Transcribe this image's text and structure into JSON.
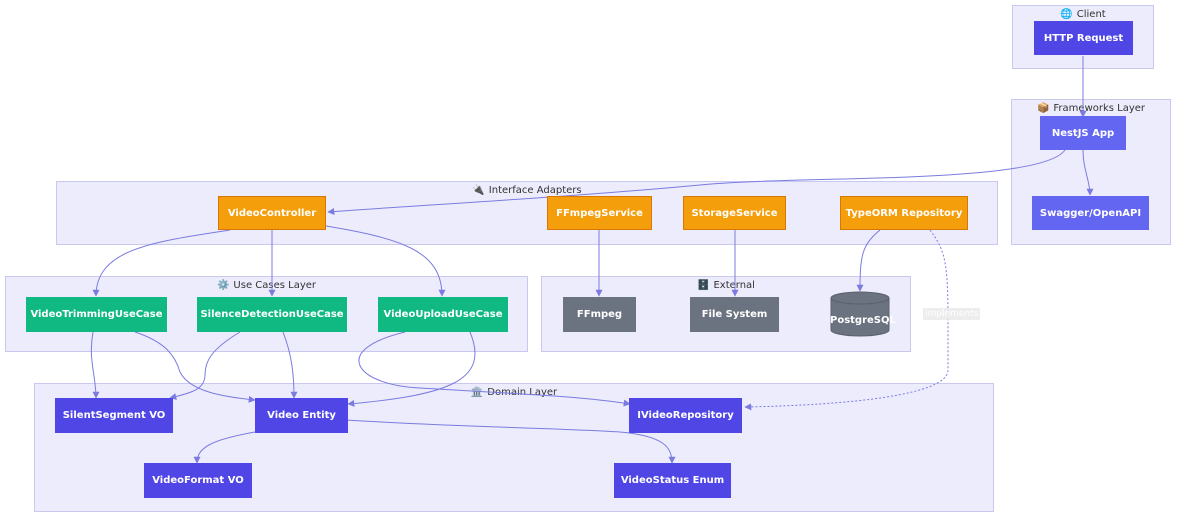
{
  "clusters": {
    "client": {
      "icon": "🌐",
      "title": "Client"
    },
    "frameworks": {
      "icon": "📦",
      "title": "Frameworks Layer"
    },
    "adapters": {
      "icon": "🔌",
      "title": "Interface Adapters"
    },
    "usecases": {
      "icon": "⚙️",
      "title": "Use Cases Layer"
    },
    "external": {
      "icon": "🗄️",
      "title": "External"
    },
    "domain": {
      "icon": "🏛️",
      "title": "Domain Layer"
    }
  },
  "nodes": {
    "http_request": "HTTP Request",
    "nestjs_app": "NestJS App",
    "swagger": "Swagger/OpenAPI",
    "video_controller": "VideoController",
    "ffmpeg_service": "FFmpegService",
    "storage_service": "StorageService",
    "typeorm_repository": "TypeORM Repository",
    "video_trimming": "VideoTrimmingUseCase",
    "silence_detection": "SilenceDetectionUseCase",
    "video_upload": "VideoUploadUseCase",
    "ffmpeg": "FFmpeg",
    "file_system": "File System",
    "postgresql": "PostgreSQL",
    "silent_segment": "SilentSegment VO",
    "video_entity": "Video Entity",
    "ivideo_repository": "IVideoRepository",
    "video_format": "VideoFormat VO",
    "video_status": "VideoStatus Enum"
  },
  "edge_labels": {
    "implements": "implements"
  },
  "colors": {
    "cluster_fill": "#ececfd",
    "cluster_border": "#c9c9f0",
    "edge": "#7b7be0",
    "domain_node": "#4f46e5",
    "framework_node": "#6366f1",
    "adapter_node": "#f59e0b",
    "usecase_node": "#10b981",
    "external_node": "#6b7280"
  }
}
